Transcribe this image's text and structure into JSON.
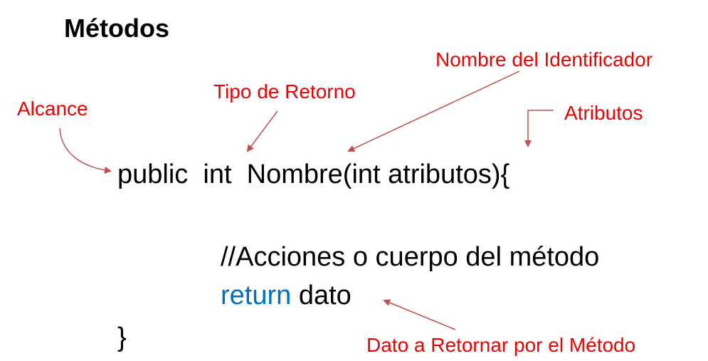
{
  "title": "Métodos",
  "labels": {
    "scope": "Alcance",
    "return_type": "Tipo de Retorno",
    "identifier": "Nombre del Identificador",
    "attributes": "Atributos",
    "return_value": "Dato a Retornar por el Método"
  },
  "code": {
    "signature": "public  int  Nombre(int atributos){",
    "comment": "//Acciones o cuerpo del método",
    "return_keyword": "return",
    "return_value": " dato",
    "closing_brace": "}"
  },
  "colors": {
    "label": "#ee0000",
    "arrow": "#c0504d",
    "keyword": "#0070c0"
  }
}
